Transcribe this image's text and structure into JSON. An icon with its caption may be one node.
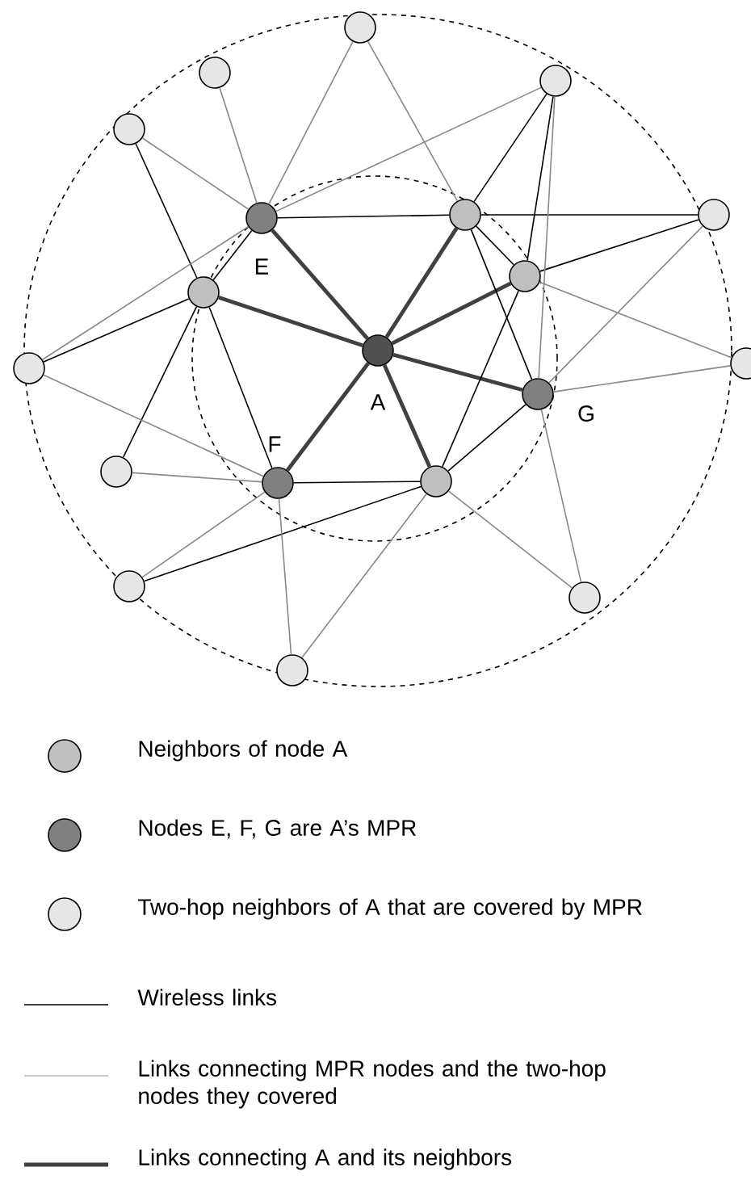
{
  "diagram": {
    "nodes": [
      {
        "text": [],
        "shape": "circle",
        "beside": [
          "A"
        ]
      },
      {
        "text": [],
        "shape": "circle",
        "beside": [
          "E"
        ]
      },
      {
        "text": [],
        "shape": "circle",
        "beside": [
          "F"
        ]
      },
      {
        "text": [],
        "shape": "circle",
        "beside": [
          "G"
        ]
      },
      {
        "text": [],
        "shape": "circle"
      },
      {
        "text": [],
        "shape": "circle"
      },
      {
        "text": [],
        "shape": "circle"
      },
      {
        "text": [],
        "shape": "circle"
      },
      {
        "text": [],
        "shape": "circle"
      },
      {
        "text": [],
        "shape": "circle"
      },
      {
        "text": [],
        "shape": "circle"
      },
      {
        "text": [],
        "shape": "circle"
      },
      {
        "text": [],
        "shape": "circle"
      },
      {
        "text": [],
        "shape": "circle"
      },
      {
        "text": [],
        "shape": "circle"
      },
      {
        "text": [],
        "shape": "circle"
      },
      {
        "text": [],
        "shape": "circle"
      },
      {
        "text": [],
        "shape": "circle"
      },
      {
        "text": [],
        "shape": "circle"
      }
    ],
    "edges": [
      {
        "from": 0,
        "to": 1,
        "arrow": "none",
        "style": "thick",
        "color": "#404040"
      },
      {
        "from": 0,
        "to": 2,
        "arrow": "none",
        "style": "thick",
        "color": "#404040"
      },
      {
        "from": 0,
        "to": 3,
        "arrow": "none",
        "style": "thick",
        "color": "#404040"
      },
      {
        "from": 0,
        "to": 4,
        "arrow": "none",
        "style": "thick",
        "color": "#404040"
      },
      {
        "from": 0,
        "to": 5,
        "arrow": "none",
        "style": "thick",
        "color": "#404040"
      },
      {
        "from": 0,
        "to": 6,
        "arrow": "none",
        "style": "thick",
        "color": "#404040"
      },
      {
        "from": 0,
        "to": 7,
        "arrow": "none",
        "style": "thick",
        "color": "#404040"
      },
      {
        "from": 1,
        "to": 4,
        "arrow": "none",
        "color": "#000000"
      },
      {
        "from": 1,
        "to": 6,
        "arrow": "none",
        "color": "#000000"
      },
      {
        "from": 6,
        "to": 10,
        "arrow": "none",
        "color": "#000000"
      },
      {
        "from": 6,
        "to": 13,
        "arrow": "none",
        "color": "#000000"
      },
      {
        "from": 6,
        "to": 15,
        "arrow": "none",
        "color": "#000000"
      },
      {
        "from": 6,
        "to": 2,
        "arrow": "none",
        "color": "#000000"
      },
      {
        "from": 2,
        "to": 7,
        "arrow": "none",
        "color": "#000000"
      },
      {
        "from": 16,
        "to": 7,
        "arrow": "none",
        "color": "#000000"
      },
      {
        "from": 4,
        "to": 5,
        "arrow": "none",
        "color": "#000000"
      },
      {
        "from": 4,
        "to": 11,
        "arrow": "none",
        "color": "#000000"
      },
      {
        "from": 5,
        "to": 11,
        "arrow": "none",
        "color": "#000000"
      },
      {
        "from": 4,
        "to": 3,
        "arrow": "none",
        "color": "#000000"
      },
      {
        "from": 5,
        "to": 7,
        "arrow": "none",
        "color": "#000000"
      },
      {
        "from": 7,
        "to": 3,
        "arrow": "none",
        "color": "#000000"
      },
      {
        "from": 12,
        "to": 4,
        "arrow": "none",
        "color": "#000000"
      },
      {
        "from": 12,
        "to": 5,
        "arrow": "none",
        "color": "#000000"
      },
      {
        "from": 1,
        "to": 8,
        "arrow": "none",
        "color": "#888888"
      },
      {
        "from": 1,
        "to": 9,
        "arrow": "none",
        "color": "#888888"
      },
      {
        "from": 1,
        "to": 10,
        "arrow": "none",
        "color": "#888888"
      },
      {
        "from": 1,
        "to": 11,
        "arrow": "none",
        "color": "#888888"
      },
      {
        "from": 1,
        "to": 13,
        "arrow": "none",
        "color": "#888888"
      },
      {
        "from": 4,
        "to": 8,
        "arrow": "none",
        "color": "#888888"
      },
      {
        "from": 3,
        "to": 11,
        "arrow": "none",
        "color": "#888888"
      },
      {
        "from": 3,
        "to": 12,
        "arrow": "none",
        "color": "#888888"
      },
      {
        "from": 3,
        "to": 14,
        "arrow": "none",
        "color": "#888888"
      },
      {
        "from": 5,
        "to": 14,
        "arrow": "none",
        "color": "#888888"
      },
      {
        "from": 3,
        "to": 18,
        "arrow": "none",
        "color": "#888888"
      },
      {
        "from": 7,
        "to": 18,
        "arrow": "none",
        "color": "#888888"
      },
      {
        "from": 2,
        "to": 13,
        "arrow": "none",
        "color": "#888888"
      },
      {
        "from": 2,
        "to": 15,
        "arrow": "none",
        "color": "#888888"
      },
      {
        "from": 2,
        "to": 16,
        "arrow": "none",
        "color": "#888888"
      },
      {
        "from": 2,
        "to": 17,
        "arrow": "none",
        "color": "#888888"
      },
      {
        "from": 7,
        "to": 17,
        "arrow": "none",
        "color": "#888888"
      }
    ],
    "legend": [
      {
        "text": "Neighbors of node A",
        "color": "#c0c0c0"
      },
      {
        "text": "Nodes E, F, G are A’s MPR",
        "color": "#808080"
      },
      {
        "text": "Two-hop neighbors of A that are covered by MPR",
        "color": "#e6e6e6"
      },
      {
        "text": "Wireless links"
      },
      {
        "text": "Links connecting MPR nodes and the two-hop nodes they covered"
      },
      {
        "text": "Links connecting A and its neighbors"
      }
    ]
  }
}
